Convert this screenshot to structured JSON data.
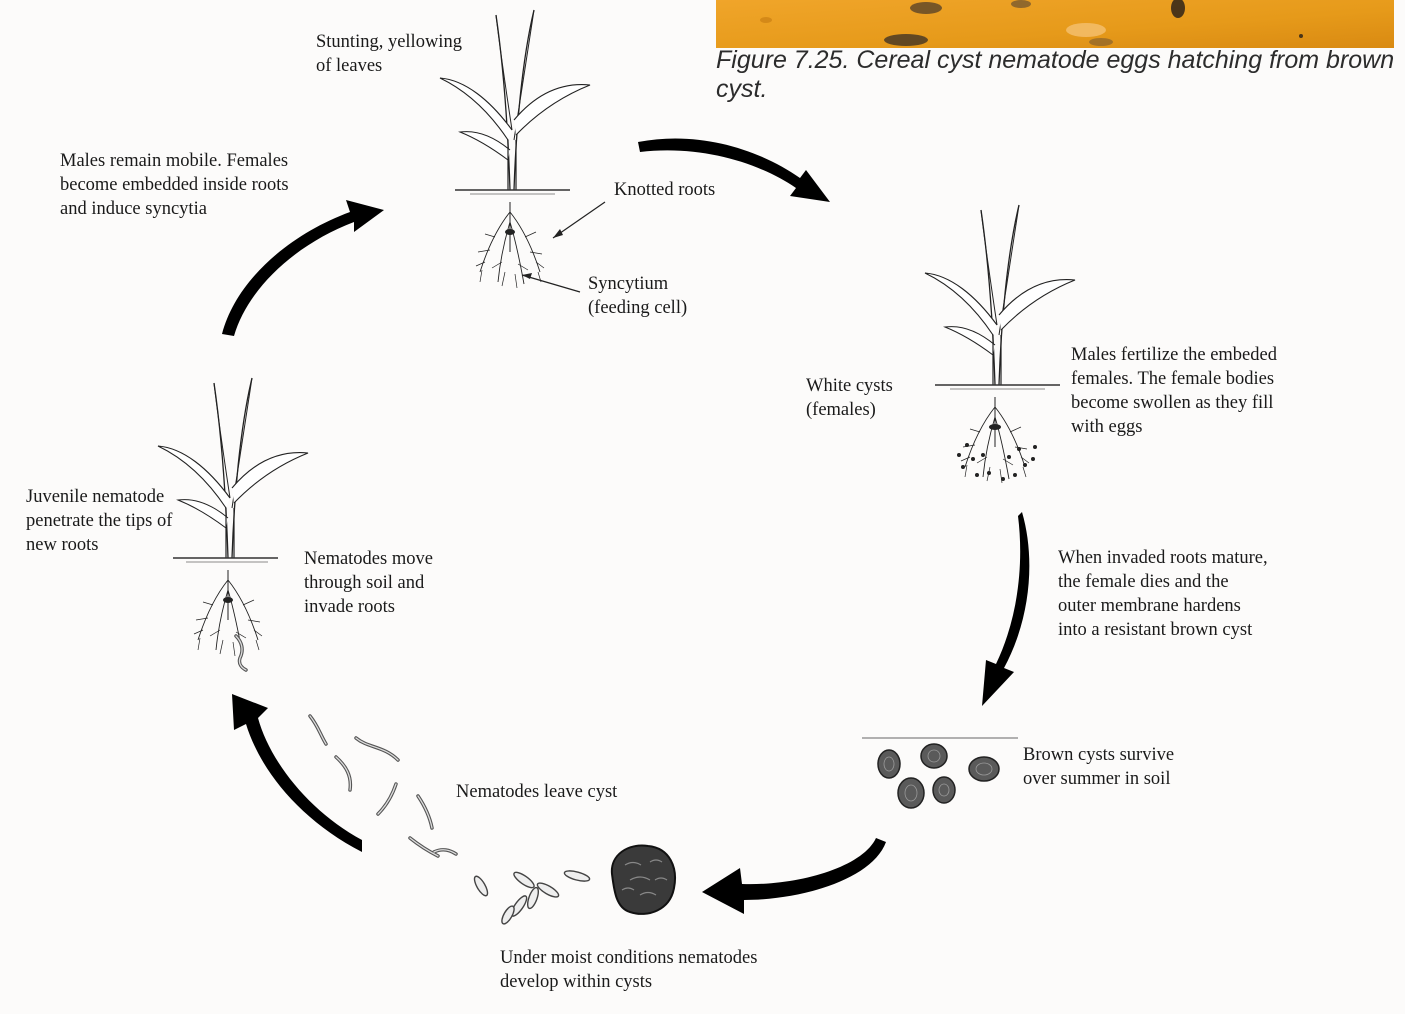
{
  "figure": {
    "caption": "Figure 7.25. Cereal cyst nematode eggs hatching from brown cyst.",
    "photo_color": "#e69a1a"
  },
  "labels": {
    "stunting": "Stunting, yellowing\nof leaves",
    "knotted_roots": "Knotted roots",
    "syncytium": "Syncytium\n(feeding cell)",
    "males_mobile": "Males remain mobile. Females\nbecome embedded inside roots\nand induce syncytia",
    "white_cysts": "White cysts\n(females)",
    "males_fertilize": "Males fertilize the embeded\nfemales. The female bodies\nbecome swollen as they fill\nwith eggs",
    "juvenile": "Juvenile nematode\npenetrate the tips of\nnew roots",
    "nematodes_move": "Nematodes move\nthrough soil and\ninvade roots",
    "roots_mature": "When invaded roots mature,\nthe female dies and the\nouter membrane hardens\ninto a resistant brown cyst",
    "brown_cysts": "Brown cysts survive\nover summer in soil",
    "leave_cyst": "Nematodes leave cyst",
    "moist": "Under moist conditions nematodes\ndevelop within cysts"
  },
  "colors": {
    "arrow": "#000000",
    "ink": "#1a1a1a",
    "cyst": "#5a5a5a"
  }
}
